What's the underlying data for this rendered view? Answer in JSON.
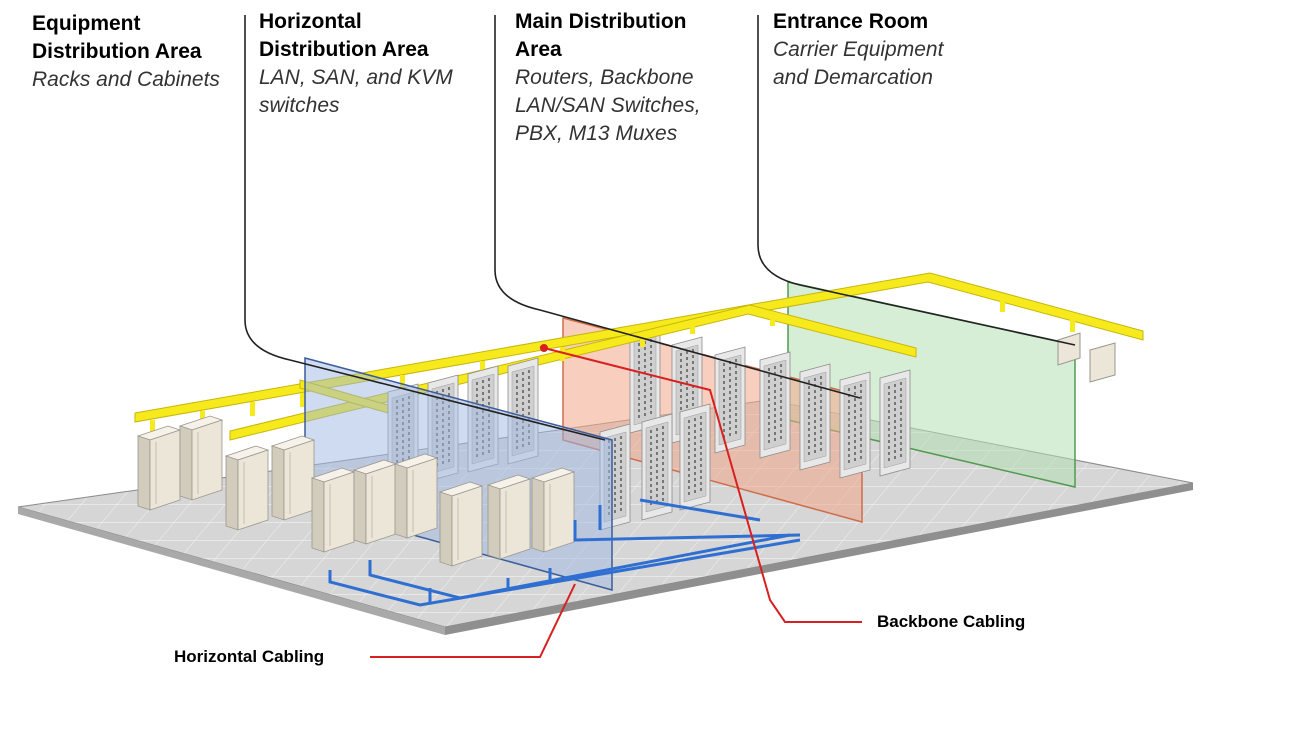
{
  "zones": [
    {
      "id": "eda",
      "title": "Equipment\nDistribution Area",
      "subtitle": "Racks and Cabinets"
    },
    {
      "id": "hda",
      "title": "Horizontal\nDistribution Area",
      "subtitle": "LAN, SAN, and KVM\nswitches"
    },
    {
      "id": "mda",
      "title": "Main Distribution\nArea",
      "subtitle": "Routers, Backbone\nLAN/SAN Switches,\nPBX, M13 Muxes"
    },
    {
      "id": "er",
      "title": "Entrance Room",
      "subtitle": "Carrier Equipment\nand Demarcation"
    }
  ],
  "callouts": {
    "horizontal": "Horizontal Cabling",
    "backbone": "Backbone Cabling"
  },
  "colors": {
    "floor": "#d4d4d4",
    "tray": "#f7ea1c",
    "horizontal_cable": "#2f6fd1",
    "backbone_cable": "#d82020",
    "cabinet": "#ece6d8",
    "hda_plane": "#9db7e2",
    "mda_plane": "#f3a888",
    "er_plane": "#b6e0b4"
  }
}
